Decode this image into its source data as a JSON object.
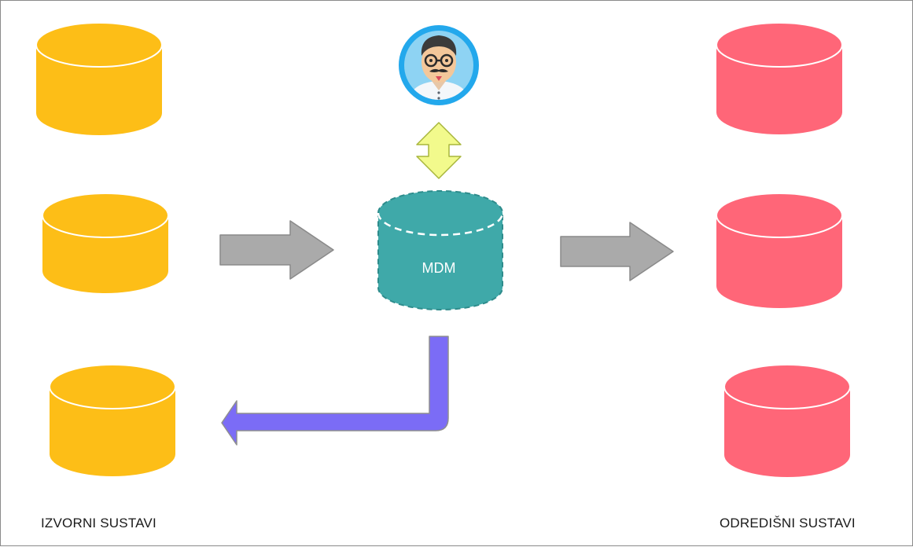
{
  "diagram": {
    "hub_label": "MDM",
    "source_caption": "IZVORNI SUSTAVI",
    "target_caption": "ODREDIŠNI SUSTAVI"
  },
  "icons": {
    "user": "user-avatar-icon",
    "sync": "bidirectional-arrow-icon",
    "flow_in": "right-arrow-icon",
    "flow_out": "right-arrow-icon",
    "feedback": "return-arrow-icon"
  },
  "colors": {
    "source": "#FDBE17",
    "target": "#FF6678",
    "hub": "#3FA9A9",
    "flow_arrow": "#AAAAAA",
    "sync_arrow": "#F2FA8C",
    "feedback_arrow": "#7B6CF6",
    "avatar_ring": "#23A8EC"
  }
}
